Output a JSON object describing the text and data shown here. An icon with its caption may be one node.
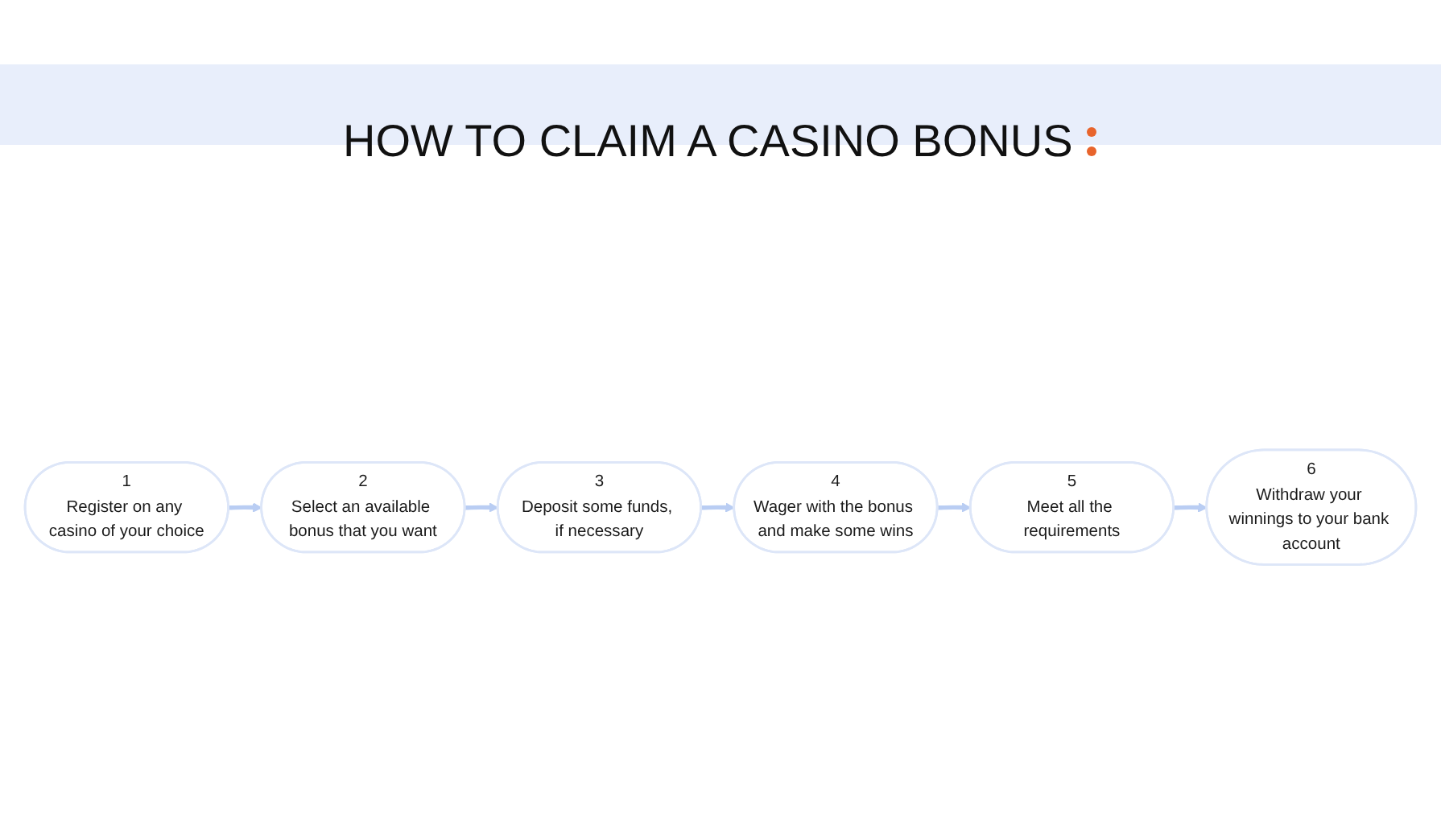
{
  "diagram": {
    "title": "HOW TO CLAIM A CASINO BONUS",
    "nodes": [
      {
        "text": [
          "1",
          "Register on any casino of your choice"
        ]
      },
      {
        "text": [
          "2",
          "Select an available bonus that you want"
        ]
      },
      {
        "text": [
          "3",
          "Deposit some funds, if necessary"
        ]
      },
      {
        "text": [
          "4",
          "Wager with the bonus and make some wins"
        ]
      },
      {
        "text": [
          "5",
          "Meet all the requirements"
        ]
      },
      {
        "text": [
          "6",
          "Withdraw your winnings to your bank account"
        ]
      }
    ],
    "edges": [
      {
        "from": 0,
        "to": 1,
        "arrow": "to"
      },
      {
        "from": 1,
        "to": 2,
        "arrow": "to"
      },
      {
        "from": 2,
        "to": 3,
        "arrow": "to"
      },
      {
        "from": 3,
        "to": 4,
        "arrow": "to"
      },
      {
        "from": 4,
        "to": 5,
        "arrow": "to"
      }
    ]
  }
}
